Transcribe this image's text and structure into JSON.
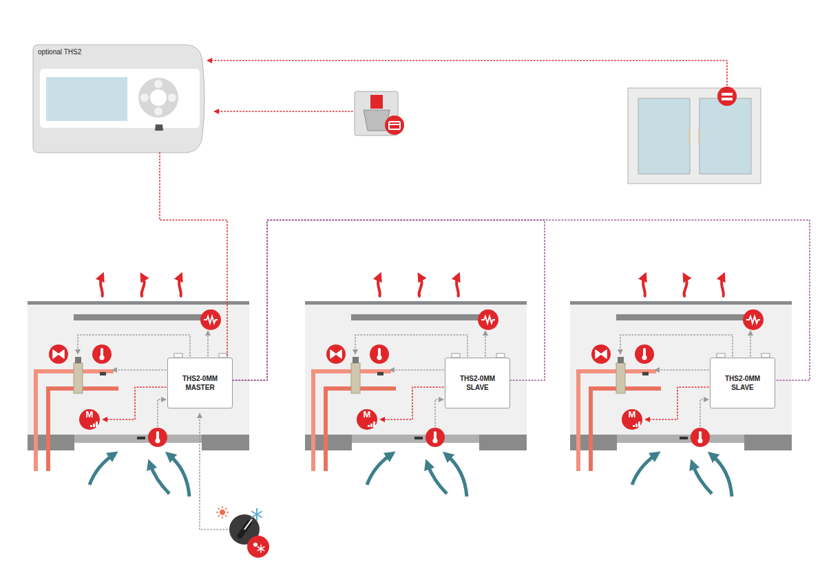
{
  "diagram": {
    "nodes": [
      {
        "text": [
          "optional THS2"
        ]
      },
      {
        "text": [
          "THS2-0MM",
          "MASTER"
        ]
      },
      {
        "text": [
          "THS2-0MM",
          "SLAVE"
        ]
      },
      {
        "text": [
          "THS2-0MM",
          "SLAVE"
        ]
      }
    ],
    "edges": [
      {
        "from": 0,
        "to": 1,
        "arrow": "none"
      },
      {
        "from": 1,
        "to": 2,
        "arrow": "none"
      },
      {
        "from": 1,
        "to": 3,
        "arrow": "none"
      }
    ],
    "labels": [
      "M",
      "M",
      "M"
    ]
  }
}
